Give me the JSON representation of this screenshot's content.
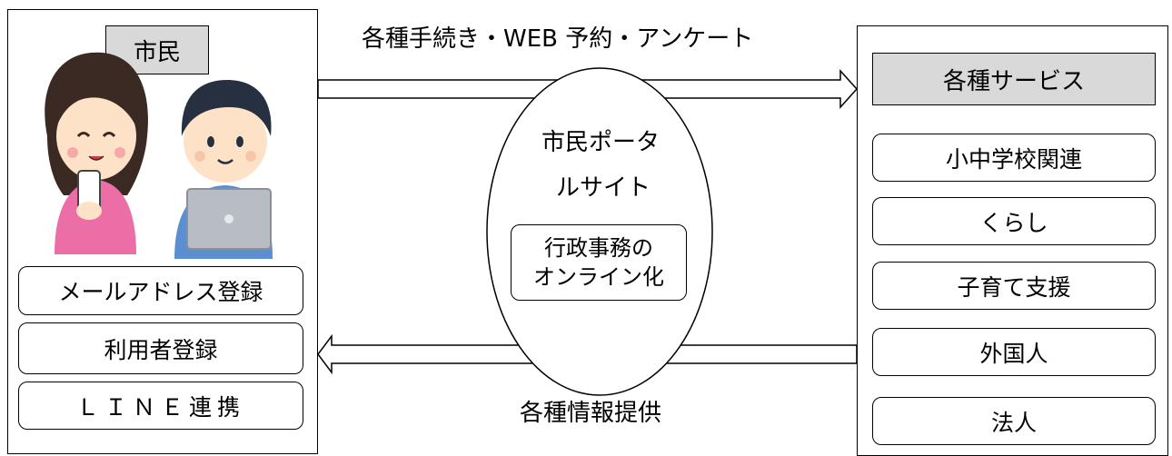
{
  "left": {
    "title": "市民",
    "items": [
      "メールアドレス登録",
      "利用者登録",
      "ＬＩＮＥ連携"
    ]
  },
  "center": {
    "title_line1": "市民ポータ",
    "title_line2": "ルサイト",
    "box_line1": "行政事務の",
    "box_line2": "オンライン化"
  },
  "arrows": {
    "top_label": "各種手続き・WEB 予約・アンケート",
    "bottom_label": "各種情報提供"
  },
  "right": {
    "title": "各種サービス",
    "items": [
      "小中学校関連",
      "くらし",
      "子育て支援",
      "外国人",
      "法人"
    ]
  },
  "illustration": {
    "icons": [
      "woman-with-smartphone-icon",
      "man-with-laptop-icon"
    ],
    "colors": {
      "skin": "#fde2c8",
      "hair": "#3b2a24",
      "pink": "#ec6ea6",
      "blue": "#5b8fd1",
      "laptop": "#b8bcc4"
    }
  }
}
